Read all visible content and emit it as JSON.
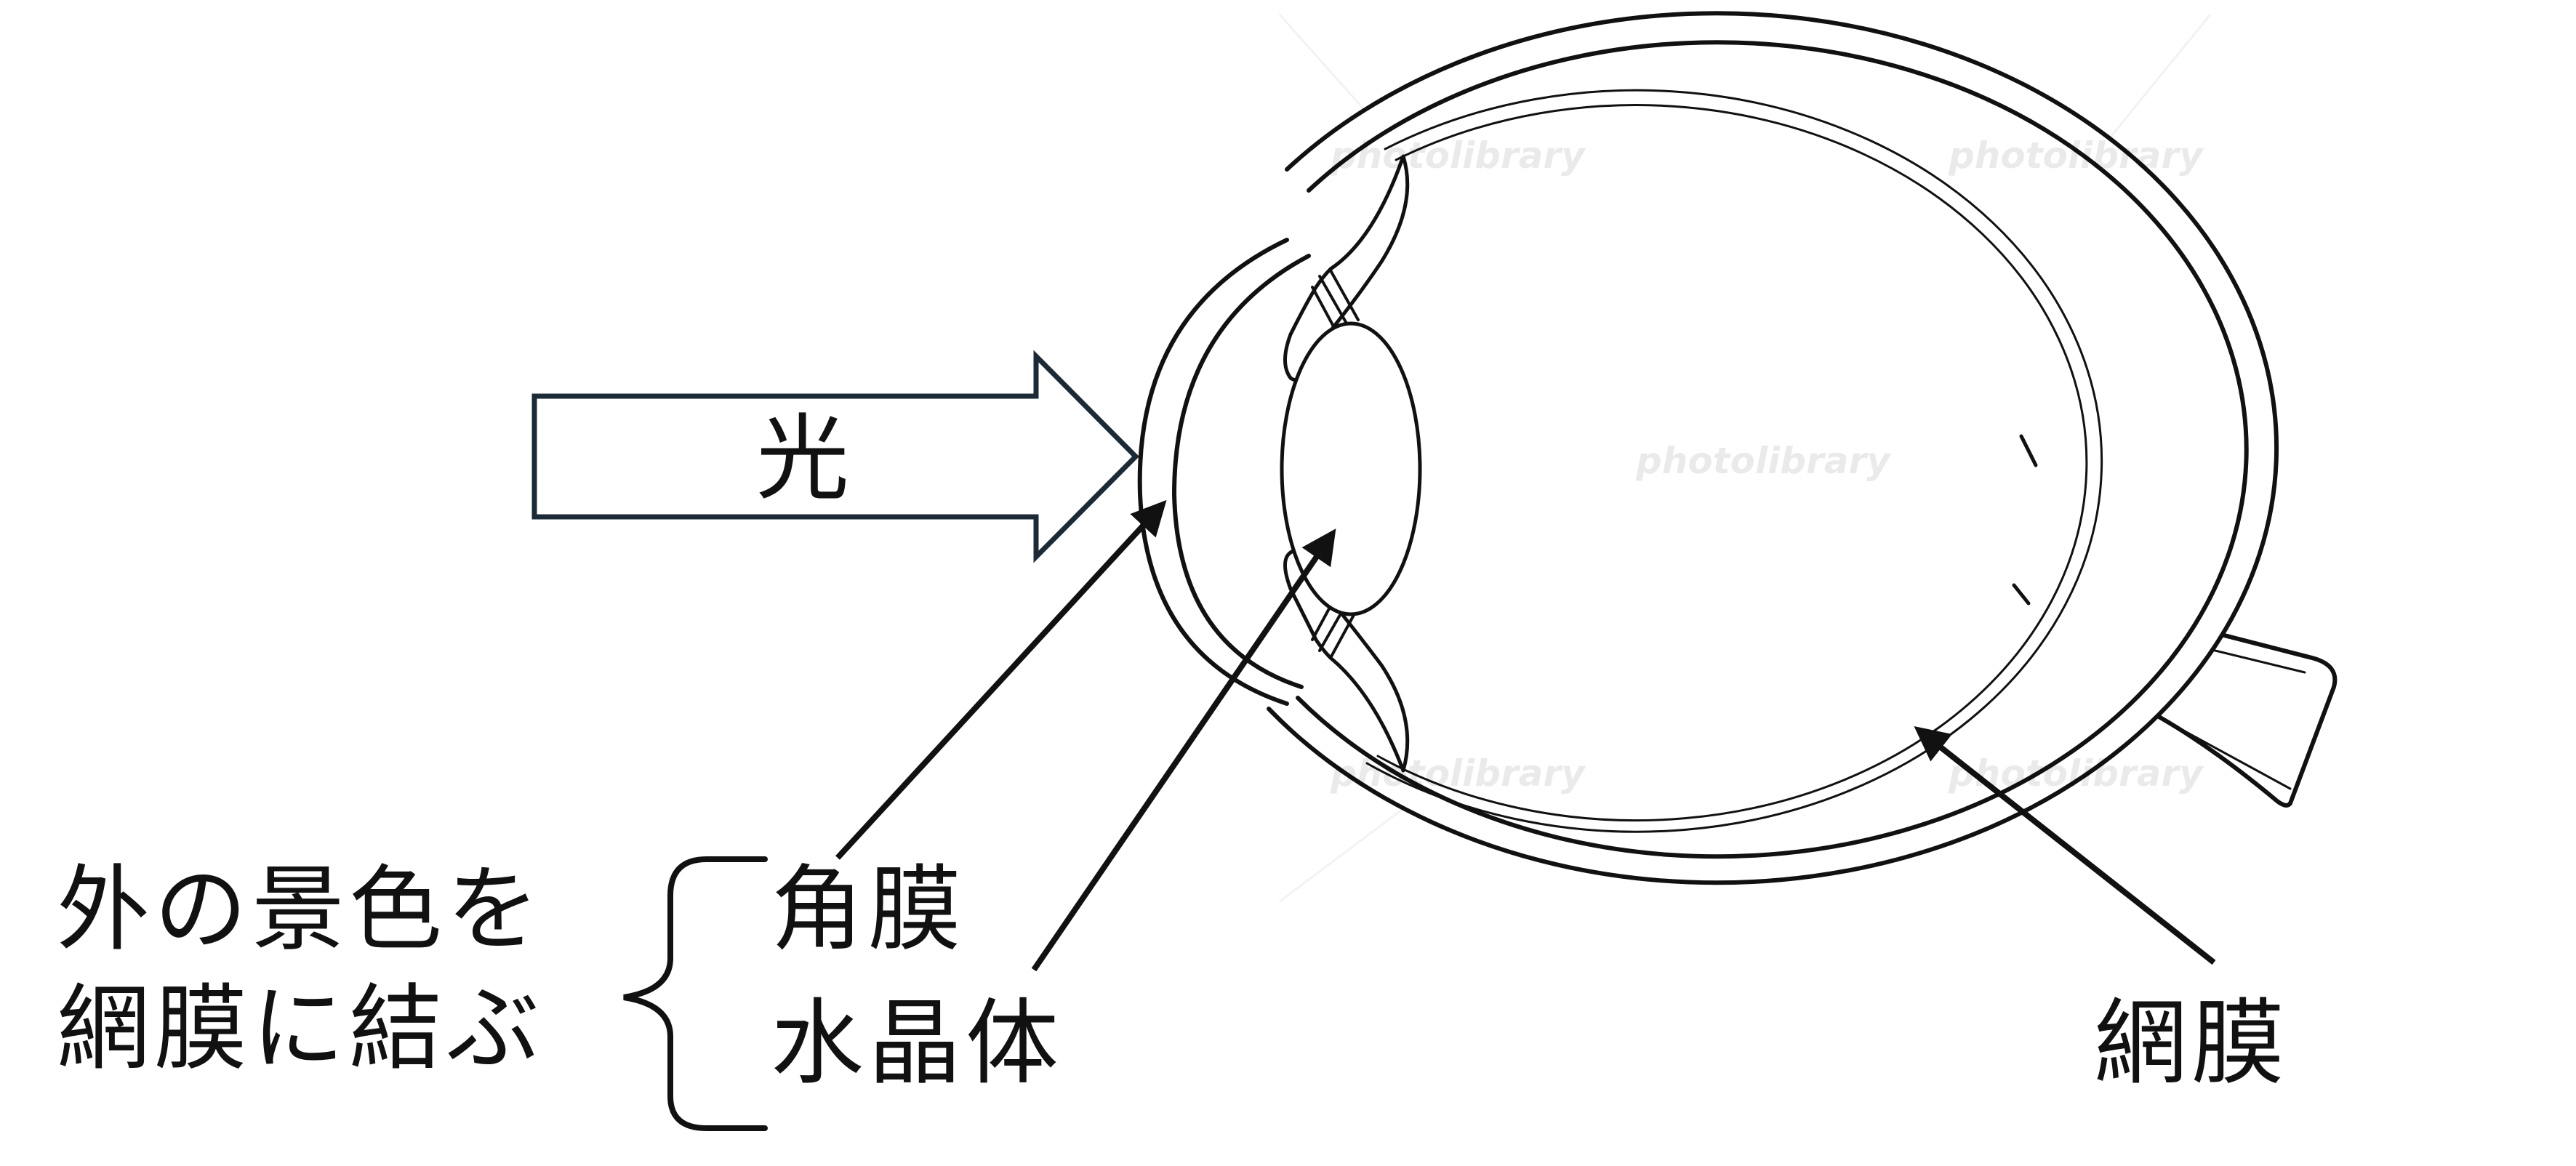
{
  "arrow_label": "光",
  "left_caption": {
    "line1": "外の景色を",
    "line2": "網膜に結ぶ"
  },
  "group_labels": {
    "cornea": "角膜",
    "lens": "水晶体"
  },
  "retina_label": "網膜",
  "watermark_text": "photolibrary",
  "colors": {
    "ink": "#111111",
    "arrow_stroke": "#1c2a38"
  }
}
